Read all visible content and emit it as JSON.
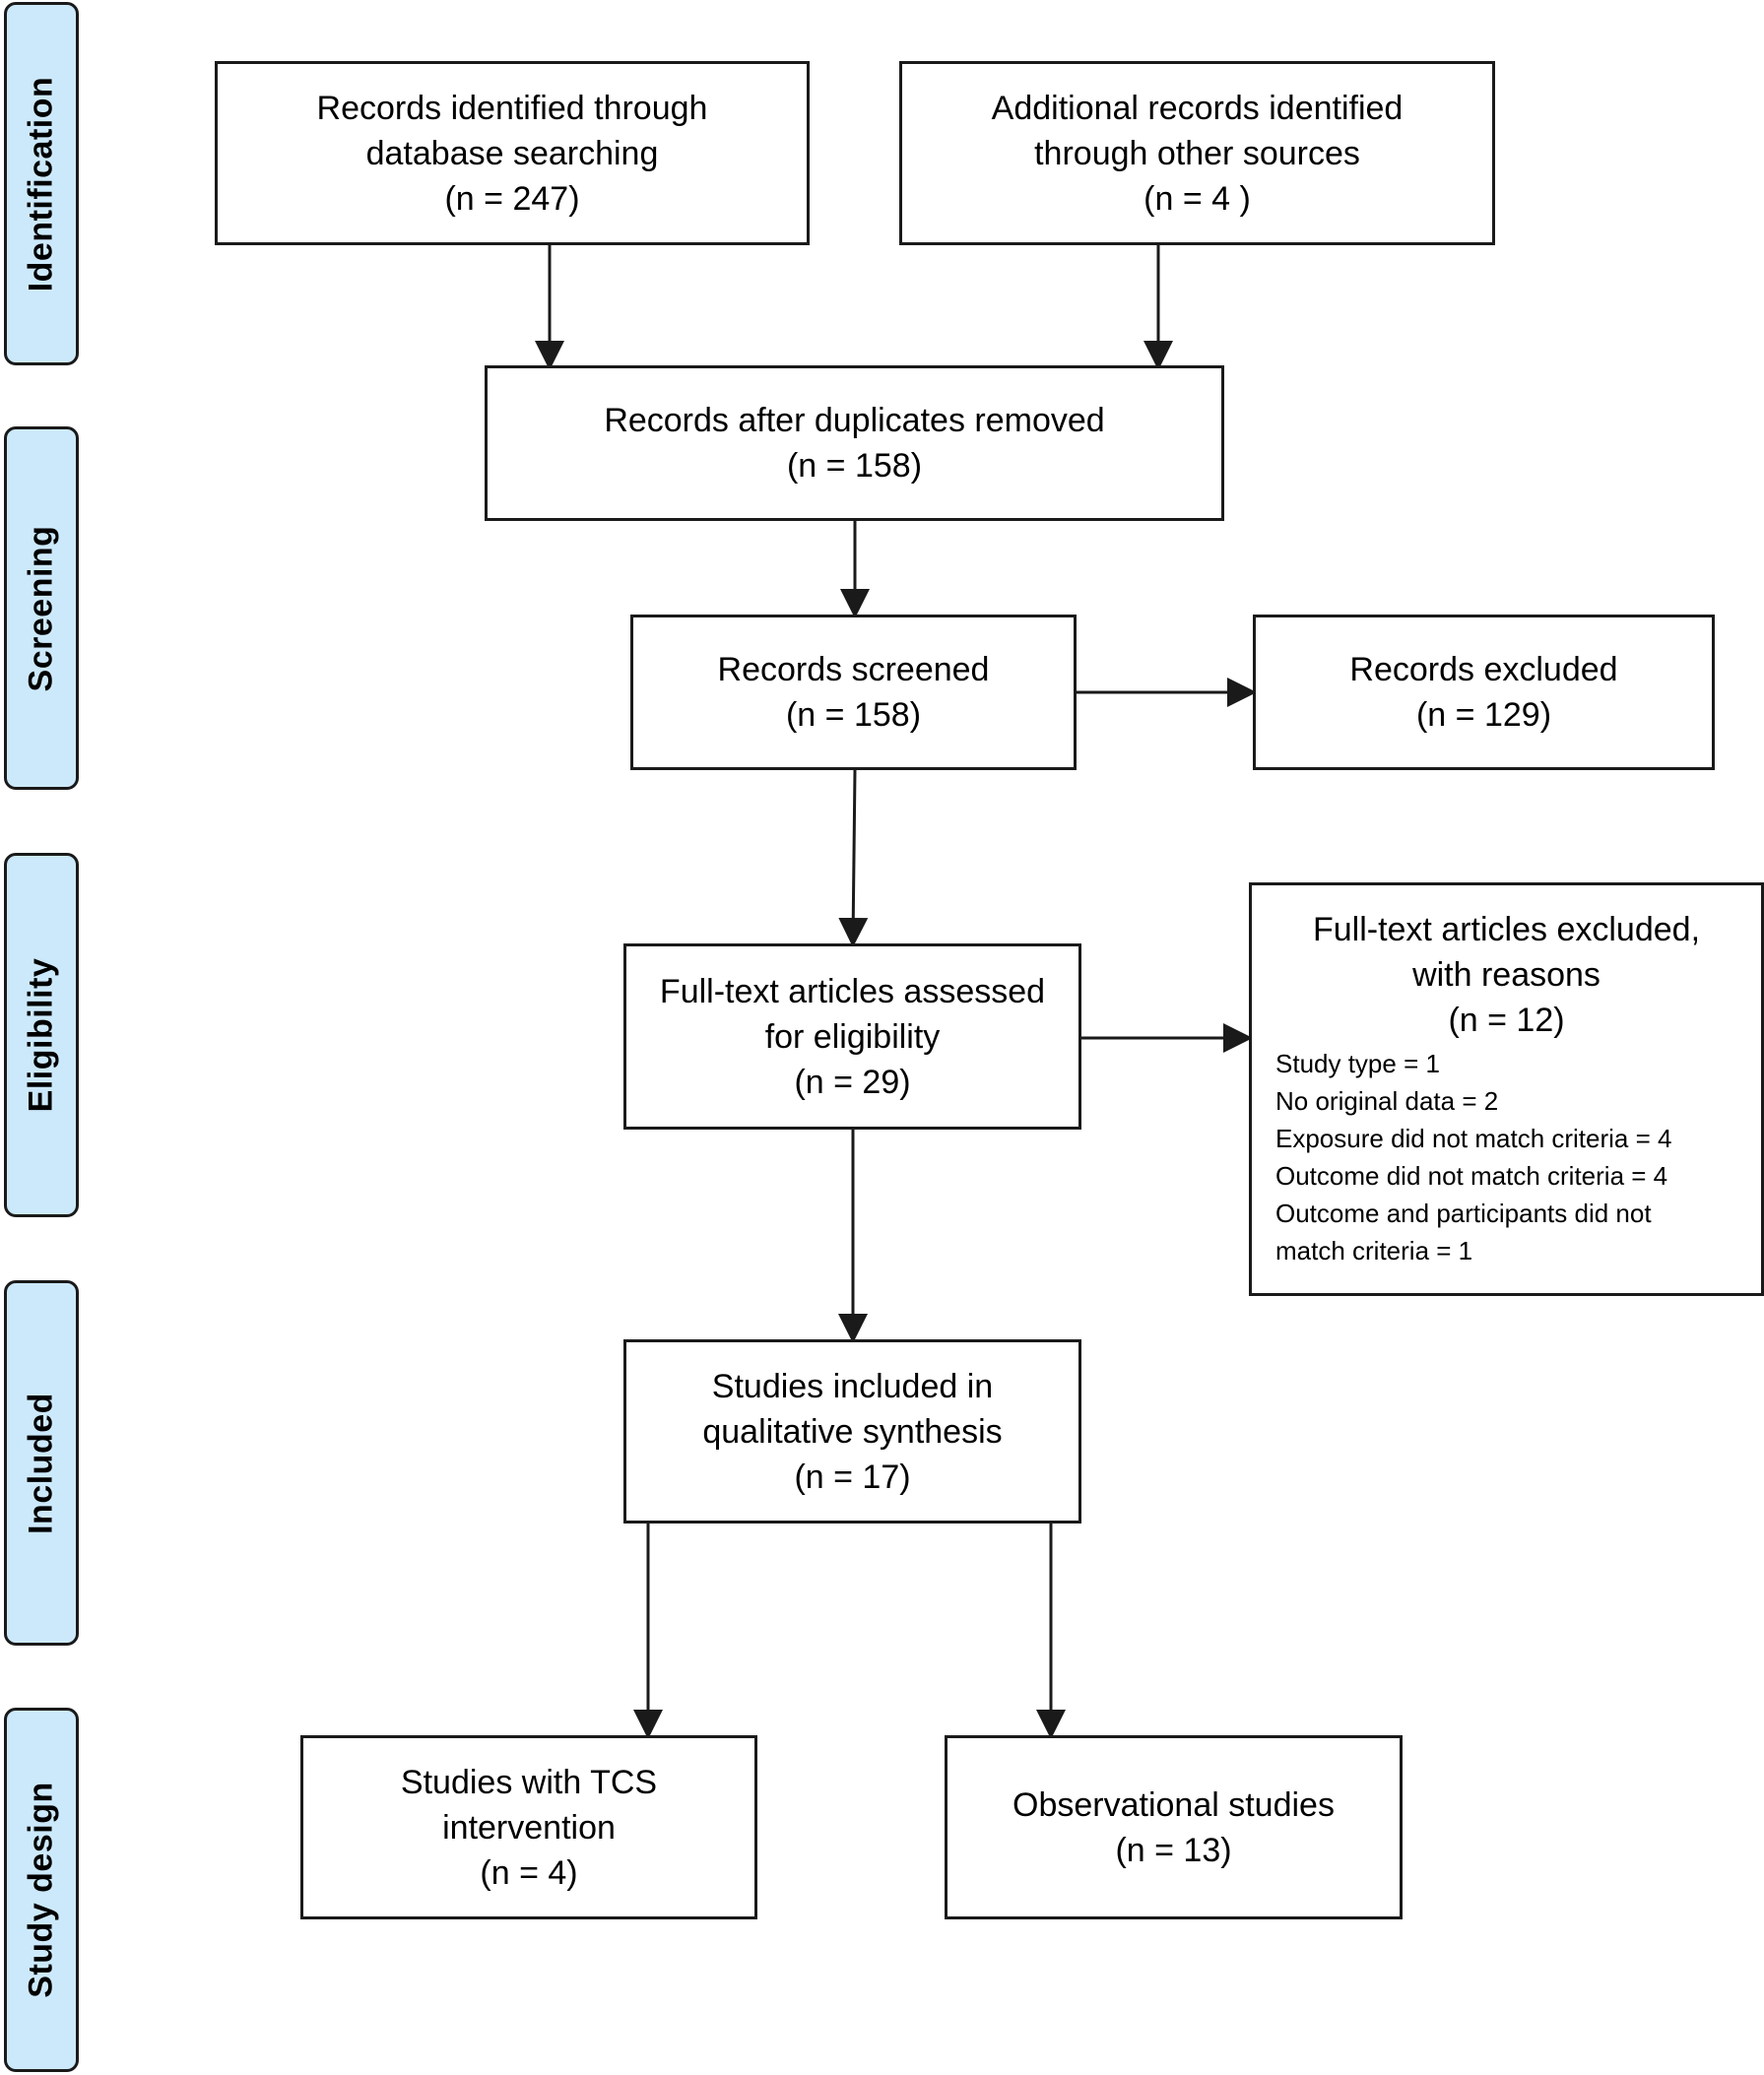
{
  "phases": {
    "identification": "Identification",
    "screening": "Screening",
    "eligibility": "Eligibility",
    "included": "Included",
    "study_design": "Study design"
  },
  "boxes": {
    "db_search": {
      "line1": "Records identified through",
      "line2": "database searching",
      "count": "(n = 247)"
    },
    "other_sources": {
      "line1": "Additional records identified",
      "line2": "through other sources",
      "count": "(n = 4 )"
    },
    "dedup": {
      "line1": "Records after duplicates removed",
      "count": "(n = 158)"
    },
    "screened": {
      "line1": "Records screened",
      "count": "(n = 158)"
    },
    "excluded": {
      "line1": "Records excluded",
      "count": "(n = 129)"
    },
    "fulltext": {
      "line1": "Full-text articles assessed",
      "line2": "for eligibility",
      "count": "(n = 29)"
    },
    "fulltext_excluded": {
      "line1": "Full-text articles excluded,",
      "line2": "with reasons",
      "count": "(n = 12)",
      "reasons": [
        "Study type = 1",
        "No original data = 2",
        "Exposure did not match criteria = 4",
        "Outcome did not match criteria = 4",
        "Outcome and participants did not",
        "match criteria = 1"
      ]
    },
    "included": {
      "line1": "Studies included in",
      "line2": "qualitative synthesis",
      "count": "(n = 17)"
    },
    "tcs": {
      "line1": "Studies with TCS",
      "line2": "intervention",
      "count": "(n = 4)"
    },
    "observational": {
      "line1": "Observational studies",
      "count": "(n = 13)"
    }
  },
  "colors": {
    "tab_fill": "#cce9fb",
    "stroke": "#1a1a1a"
  }
}
